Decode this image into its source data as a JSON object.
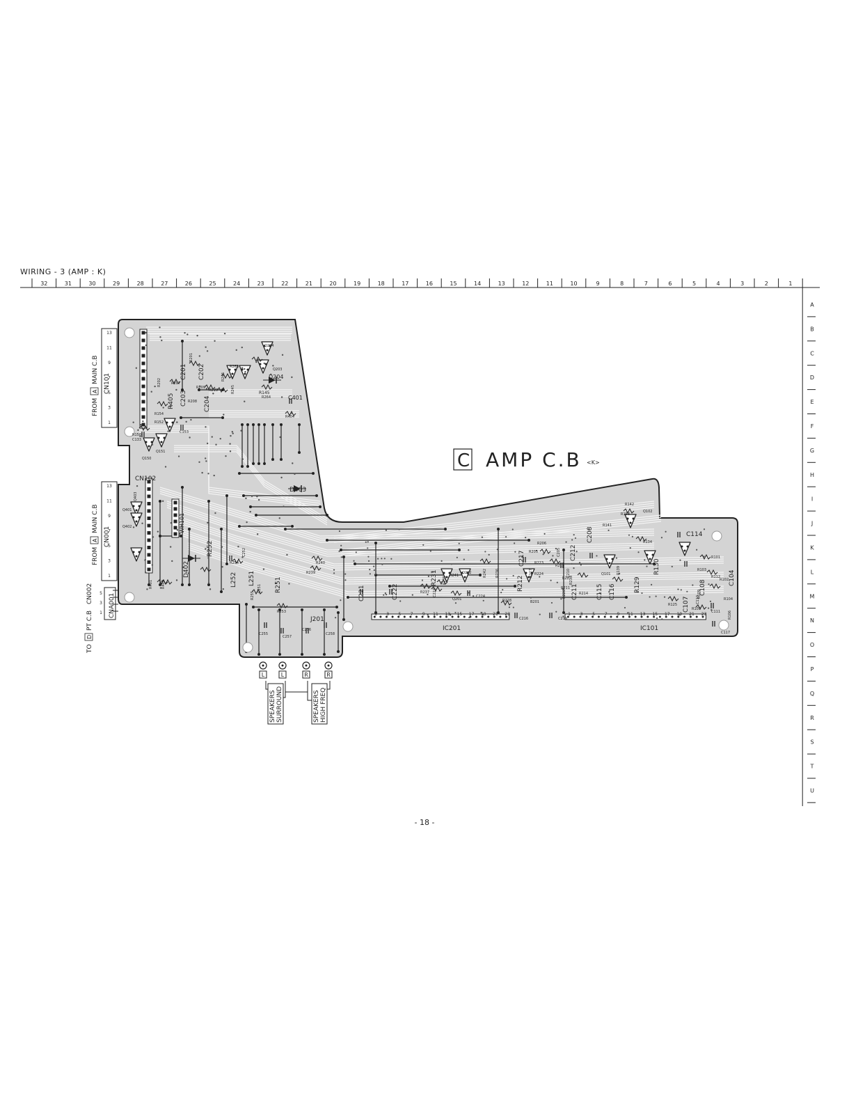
{
  "header": {
    "title": "WIRING - 3 (AMP : K)",
    "page_number": "- 18 -"
  },
  "grid": {
    "columns": [
      "32",
      "31",
      "30",
      "29",
      "28",
      "27",
      "26",
      "25",
      "24",
      "23",
      "22",
      "21",
      "20",
      "19",
      "18",
      "17",
      "16",
      "15",
      "14",
      "13",
      "12",
      "11",
      "10",
      "9",
      "8",
      "7",
      "6",
      "5",
      "4",
      "3",
      "2",
      "1"
    ],
    "rows": [
      "A",
      "B",
      "C",
      "D",
      "E",
      "F",
      "G",
      "H",
      "I",
      "J",
      "K",
      "L",
      "M",
      "N",
      "O",
      "P",
      "Q",
      "R",
      "S",
      "T",
      "U"
    ]
  },
  "board": {
    "id_letter": "C",
    "name": "AMP C.B",
    "variant": "<K>"
  },
  "connectors": {
    "cn101": {
      "label": "CN101",
      "from_text": "FROM",
      "from_letter": "A",
      "from_board": "MAIN C.B",
      "pins": [
        "13",
        "11",
        "9",
        "7",
        "5",
        "3",
        "1"
      ]
    },
    "cn102": {
      "label": "CN001",
      "from_text": "FROM",
      "from_letter": "A",
      "from_board": "MAIN C.B",
      "pins": [
        "13",
        "11",
        "9",
        "7",
        "5",
        "3",
        "1"
      ]
    },
    "cn002": {
      "label": "CNA001",
      "header": "CN002",
      "to_text": "TO",
      "to_letter": "D",
      "to_board": "PT C.B",
      "pins": [
        "5",
        "3",
        "1"
      ]
    }
  },
  "outputs": {
    "jack_label": "J201",
    "terminals": [
      "L",
      "L",
      "R",
      "R"
    ],
    "group_surround": [
      "SPEAKERS",
      "SURROUND"
    ],
    "group_highfreq": [
      "SPEAKERS",
      "HIGH FREQ"
    ]
  },
  "ic_labels": {
    "ic201": "IC201",
    "ic101": "IC101",
    "ic201_pins": [
      "1",
      "3",
      "5",
      "7",
      "9",
      "11",
      "13",
      "15",
      "17",
      "19",
      "21",
      "23"
    ],
    "ic101_pins": [
      "1",
      "3",
      "5",
      "7",
      "9",
      "11",
      "13",
      "15",
      "17",
      "19",
      "21",
      "23"
    ]
  },
  "components": [
    {
      "ref": "CN102"
    },
    {
      "ref": "WH101"
    },
    {
      "ref": "R150"
    },
    {
      "ref": "C133"
    },
    {
      "ref": "Q150"
    },
    {
      "ref": "Q151"
    },
    {
      "ref": "R152"
    },
    {
      "ref": "R154"
    },
    {
      "ref": "C153"
    },
    {
      "ref": "R405"
    },
    {
      "ref": "C201"
    },
    {
      "ref": "C202"
    },
    {
      "ref": "C203"
    },
    {
      "ref": "C204"
    },
    {
      "ref": "R207"
    },
    {
      "ref": "R201"
    },
    {
      "ref": "R202"
    },
    {
      "ref": "R208"
    },
    {
      "ref": "R209"
    },
    {
      "ref": "R210"
    },
    {
      "ref": "R246"
    },
    {
      "ref": "R245"
    },
    {
      "ref": "R263"
    },
    {
      "ref": "Q203"
    },
    {
      "ref": "Q204"
    },
    {
      "ref": "R145"
    },
    {
      "ref": "R264"
    },
    {
      "ref": "D204"
    },
    {
      "ref": "C401"
    },
    {
      "ref": "R404"
    },
    {
      "ref": "D403"
    },
    {
      "ref": "Q401"
    },
    {
      "ref": "Q402"
    },
    {
      "ref": "Q403"
    },
    {
      "ref": "R401"
    },
    {
      "ref": "R402"
    },
    {
      "ref": "D402"
    },
    {
      "ref": "R252"
    },
    {
      "ref": "R254"
    },
    {
      "ref": "C252"
    },
    {
      "ref": "C251"
    },
    {
      "ref": "L251"
    },
    {
      "ref": "L252"
    },
    {
      "ref": "R251"
    },
    {
      "ref": "R255"
    },
    {
      "ref": "R253"
    },
    {
      "ref": "C255"
    },
    {
      "ref": "C257"
    },
    {
      "ref": "C256"
    },
    {
      "ref": "C258"
    },
    {
      "ref": "R240"
    },
    {
      "ref": "R239"
    },
    {
      "ref": "C221"
    },
    {
      "ref": "C222"
    },
    {
      "ref": "C223"
    },
    {
      "ref": "R231"
    },
    {
      "ref": "R237"
    },
    {
      "ref": "R241"
    },
    {
      "ref": "Q202"
    },
    {
      "ref": "Q201"
    },
    {
      "ref": "R235"
    },
    {
      "ref": "R242"
    },
    {
      "ref": "R236"
    },
    {
      "ref": "C224"
    },
    {
      "ref": "C217"
    },
    {
      "ref": "R227"
    },
    {
      "ref": "R228"
    },
    {
      "ref": "R212"
    },
    {
      "ref": "R224"
    },
    {
      "ref": "B201"
    },
    {
      "ref": "R206"
    },
    {
      "ref": "R205"
    },
    {
      "ref": "R223"
    },
    {
      "ref": "R215"
    },
    {
      "ref": "C205"
    },
    {
      "ref": "C212"
    },
    {
      "ref": "C208"
    },
    {
      "ref": "C211"
    },
    {
      "ref": "R214"
    },
    {
      "ref": "R222"
    },
    {
      "ref": "R211"
    },
    {
      "ref": "R213"
    },
    {
      "ref": "R220"
    },
    {
      "ref": "C210"
    },
    {
      "ref": "C115"
    },
    {
      "ref": "C116"
    },
    {
      "ref": "Q101"
    },
    {
      "ref": "R141"
    },
    {
      "ref": "R142"
    },
    {
      "ref": "R158"
    },
    {
      "ref": "Q102"
    },
    {
      "ref": "R134"
    },
    {
      "ref": "R129"
    },
    {
      "ref": "R130"
    },
    {
      "ref": "R139"
    },
    {
      "ref": "C114"
    },
    {
      "ref": "R101"
    },
    {
      "ref": "R103"
    },
    {
      "ref": "R112"
    },
    {
      "ref": "C104"
    },
    {
      "ref": "C107"
    },
    {
      "ref": "C108"
    },
    {
      "ref": "R109"
    },
    {
      "ref": "R105"
    },
    {
      "ref": "R125"
    },
    {
      "ref": "R102"
    },
    {
      "ref": "R104"
    },
    {
      "ref": "C111"
    },
    {
      "ref": "C117"
    },
    {
      "ref": "C110"
    },
    {
      "ref": "R106"
    },
    {
      "ref": "C219"
    },
    {
      "ref": "C216"
    }
  ]
}
